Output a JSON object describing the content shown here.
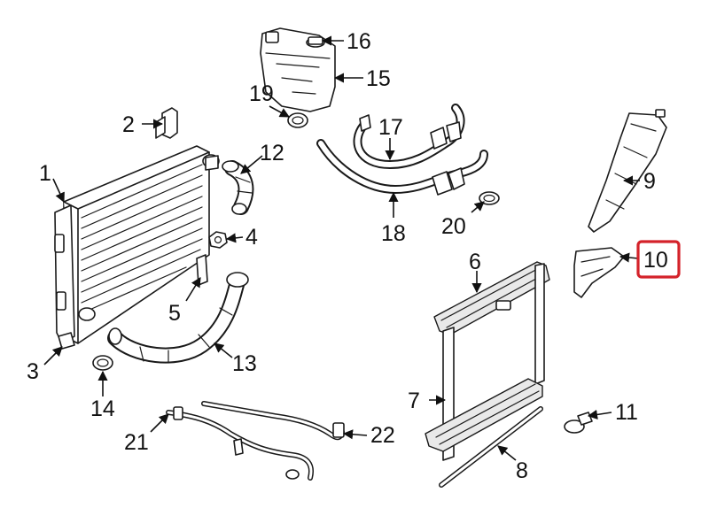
{
  "diagram": {
    "callouts": [
      {
        "id": "1",
        "label": "1"
      },
      {
        "id": "2",
        "label": "2"
      },
      {
        "id": "3",
        "label": "3"
      },
      {
        "id": "4",
        "label": "4"
      },
      {
        "id": "5",
        "label": "5"
      },
      {
        "id": "6",
        "label": "6"
      },
      {
        "id": "7",
        "label": "7"
      },
      {
        "id": "8",
        "label": "8"
      },
      {
        "id": "9",
        "label": "9"
      },
      {
        "id": "10",
        "label": "10",
        "highlighted": true
      },
      {
        "id": "11",
        "label": "11"
      },
      {
        "id": "12",
        "label": "12"
      },
      {
        "id": "13",
        "label": "13"
      },
      {
        "id": "14",
        "label": "14"
      },
      {
        "id": "15",
        "label": "15"
      },
      {
        "id": "16",
        "label": "16"
      },
      {
        "id": "17",
        "label": "17"
      },
      {
        "id": "18",
        "label": "18"
      },
      {
        "id": "19",
        "label": "19"
      },
      {
        "id": "20",
        "label": "20"
      },
      {
        "id": "21",
        "label": "21"
      },
      {
        "id": "22",
        "label": "22"
      }
    ],
    "highlight_color": "#d4222a",
    "line_color": "#1a1a1a"
  }
}
